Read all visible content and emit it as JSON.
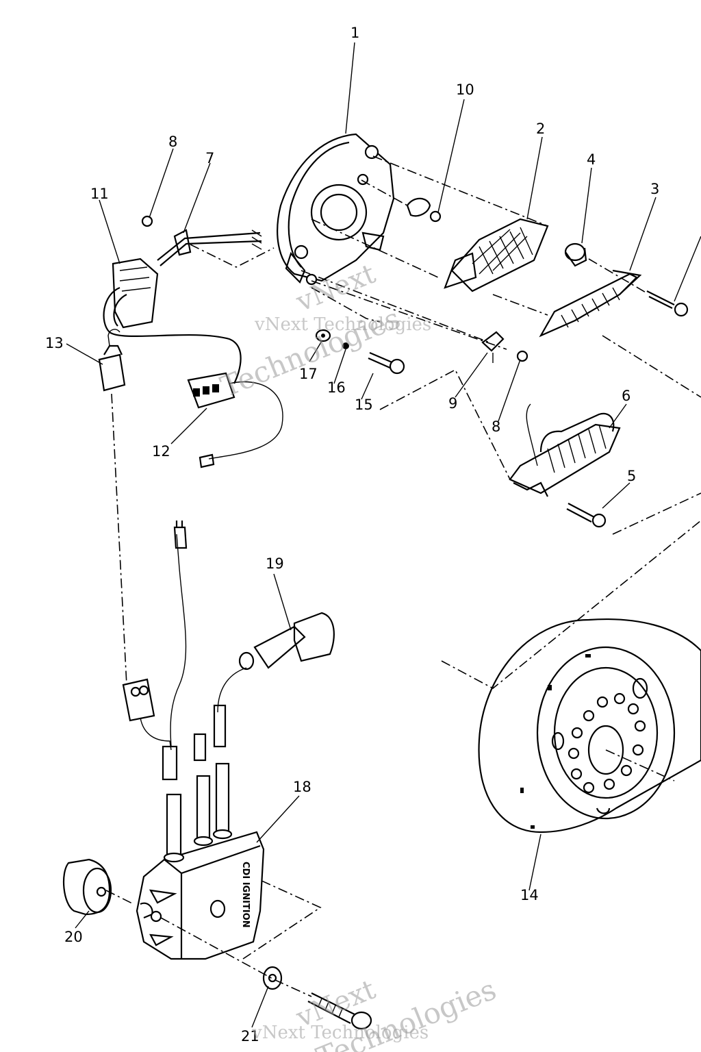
{
  "callouts": [
    "1",
    "2",
    "3",
    "4",
    "5",
    "6",
    "7",
    "8",
    "8",
    "9",
    "10",
    "11",
    "12",
    "13",
    "14",
    "15",
    "16",
    "17",
    "18",
    "19",
    "20",
    "21"
  ],
  "label_cdi": "CDI IGNITION",
  "watermark": {
    "text": "vNext Technologies",
    "line1": "vNext",
    "line2": "Technologies"
  },
  "colors": {
    "ink": "#000000",
    "paper": "#ffffff",
    "watermark": "#9a9a9a"
  }
}
